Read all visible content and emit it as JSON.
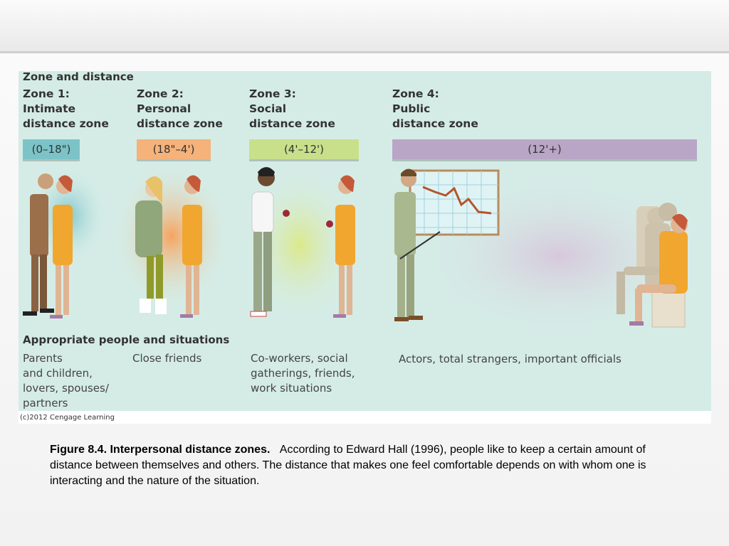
{
  "figure": {
    "header": "Zone and distance",
    "zones": [
      {
        "line1": "Zone 1:",
        "line2": "Intimate",
        "line3": "distance zone",
        "range": "(0–18\")",
        "color": "#7cc3c8",
        "people": "Parents\nand children,\nlovers, spouses/\npartners"
      },
      {
        "line1": "Zone 2:",
        "line2": "Personal",
        "line3": "distance zone",
        "range": "(18\"–4')",
        "color": "#f5b27a",
        "people": "Close friends"
      },
      {
        "line1": "Zone 3:",
        "line2": "Social",
        "line3": "distance zone",
        "range": "(4'–12')",
        "color": "#c8e08a",
        "people": "Co-workers, social\ngatherings, friends,\nwork situations"
      },
      {
        "line1": "Zone 4:",
        "line2": "Public",
        "line3": "distance zone",
        "range": "(12'+)",
        "color": "#b9a6c6",
        "people": "Actors, total strangers, important officials"
      }
    ],
    "situations_header": "Appropriate people and situations",
    "credit": "(c)2012 Cengage Learning"
  },
  "caption": {
    "label": "Figure 8.4.  Interpersonal distance zones.",
    "text": "According to Edward Hall (1996), people like to keep a certain amount of distance between themselves and others. The distance that makes one feel comfortable depends on with whom one is interacting and the nature of the situation."
  }
}
